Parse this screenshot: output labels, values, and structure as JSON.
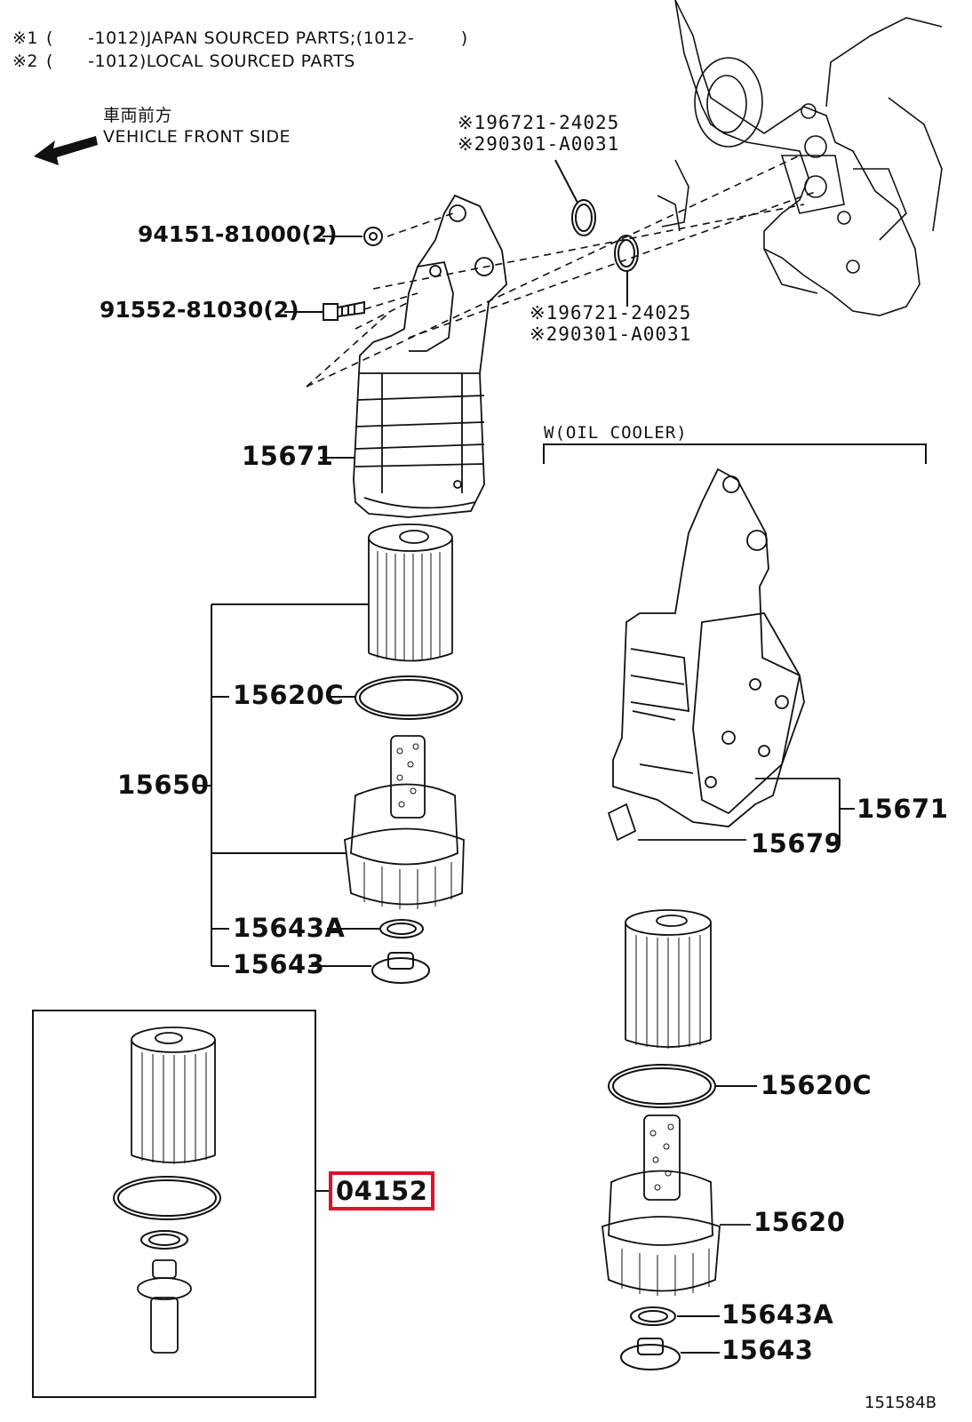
{
  "notes": {
    "n1_mark": "※1",
    "n1_text": "(      -1012)JAPAN SOURCED PARTS;(1012-        )",
    "n2_mark": "※2",
    "n2_text": "(      -1012)LOCAL SOURCED PARTS",
    "front_jp": "車両前方",
    "front_en": "VEHICLE FRONT SIDE"
  },
  "parts": {
    "bolt_a": "94151-81000(2)",
    "bolt_b": "91552-81030(2)",
    "oring_top_1": "※196721-24025",
    "oring_top_2": "※290301-A0031",
    "oring_low_1": "※196721-24025",
    "oring_low_2": "※290301-A0031",
    "housing_left": "15671",
    "cooler_caption": "W(OIL COOLER)",
    "element_kit": "15650",
    "oring_left": "15620C",
    "gasket_left": "15643A",
    "plug_left": "15643",
    "housing_right": "15671",
    "sensor_right": "15679",
    "oring_right": "15620C",
    "cap_right": "15620",
    "gasket_right": "15643A",
    "plug_right": "15643",
    "selected_part": "04152"
  },
  "figure_id": "151584B",
  "colors": {
    "line": "#111111",
    "highlight": "#e0102a"
  }
}
